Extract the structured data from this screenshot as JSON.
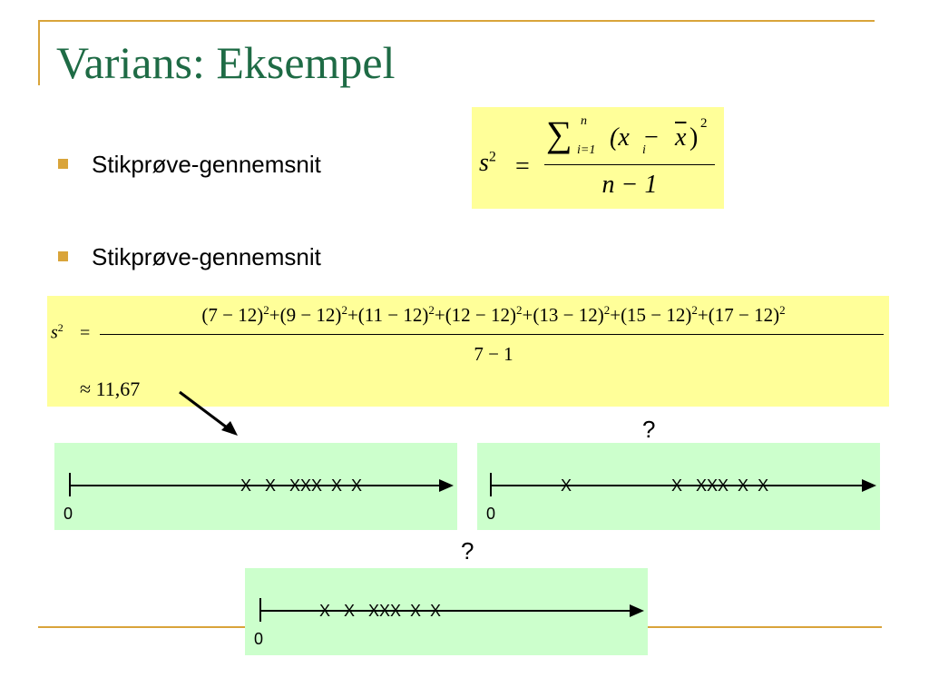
{
  "title": "Varians: Eksempel",
  "bullets": [
    "Stikprøve-gennemsnit",
    "Stikprøve-gennemsnit"
  ],
  "formula1": {
    "lhs": "s",
    "lhs_sup": "2",
    "equals": "=",
    "sum": "∑",
    "sum_top": "n",
    "sum_bottom": "i=1",
    "numerator_body": "(x",
    "sub_i": "i",
    "minus": " − ",
    "xbar": "x",
    "close_paren": ")",
    "power": "2",
    "denominator": "n − 1"
  },
  "formula2": {
    "lhs": "s",
    "lhs_sup": "2",
    "equals": "=",
    "terms": [
      "(7 − 12)",
      "(9 − 12)",
      "(11 − 12)",
      "(12 − 12)",
      "(13 − 12)",
      "(15 − 12)",
      "(17 − 12)"
    ],
    "term_power": "2",
    "plus": "+",
    "denominator": "7 − 1",
    "approx": "≈ 11,67"
  },
  "panels": [
    {
      "zero": "0",
      "marks": "X   X   XXX  X  X"
    },
    {
      "zero": "0",
      "marks": "X                      X   XXX  X  X"
    },
    {
      "zero": "0",
      "marks": "X   X   XXX  X  X"
    }
  ],
  "questions": [
    "?",
    "?"
  ],
  "colors": {
    "title": "#1e6b45",
    "accent": "#d9a43a",
    "formula_bg": "#ffff99",
    "panel_bg": "#ccffcc"
  }
}
